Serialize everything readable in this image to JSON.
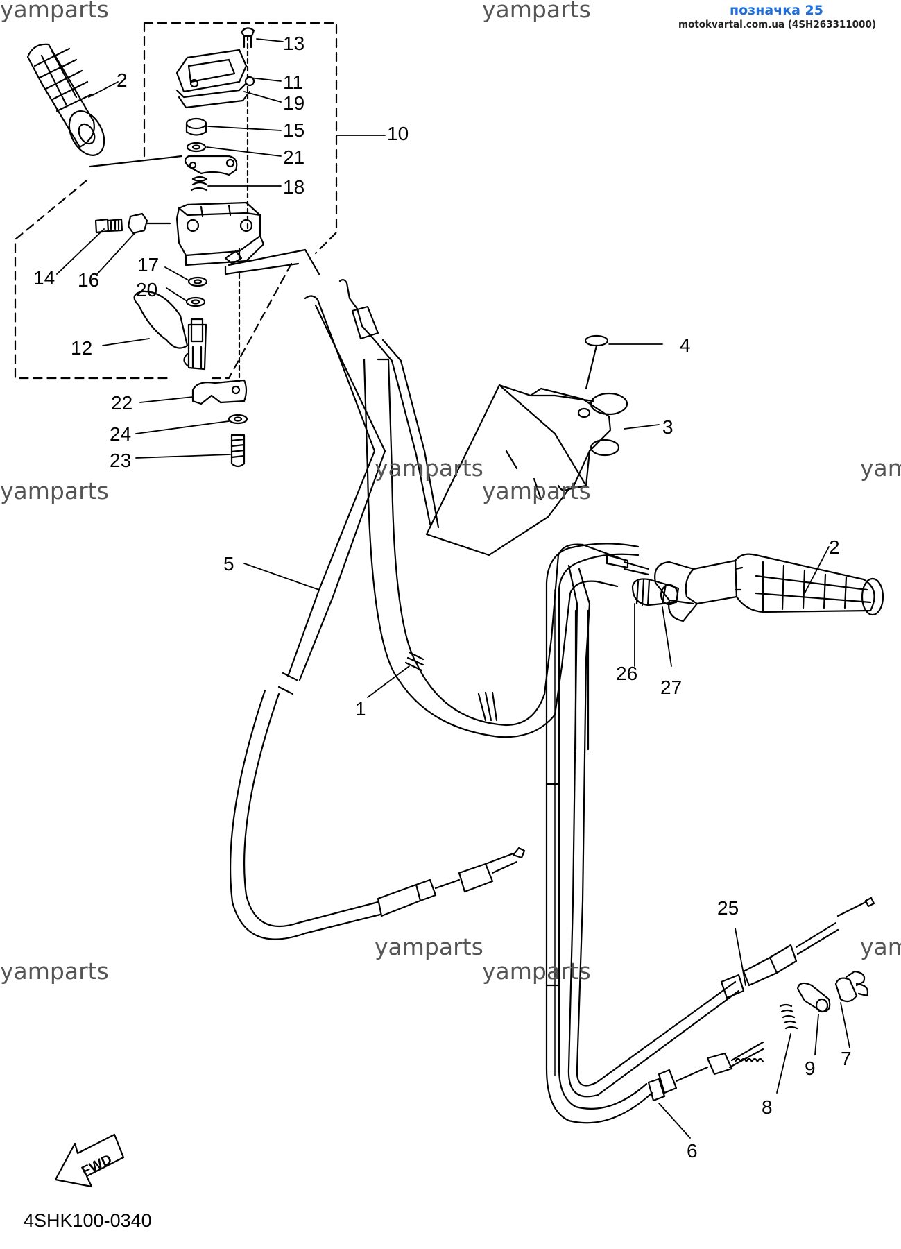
{
  "header": {
    "ref_label": "позначка 25",
    "ref_source": "motokvartal.com.ua (4SH263311000)"
  },
  "watermarks": [
    "yamparts",
    "yamparts",
    "yamparts",
    "yamparts",
    "yamparts",
    "yam",
    "yamparts",
    "yamparts",
    "yamparts",
    "yam"
  ],
  "callouts": [
    "13",
    "11",
    "19",
    "15",
    "10",
    "21",
    "18",
    "2",
    "14",
    "16",
    "17",
    "20",
    "12",
    "22",
    "24",
    "23",
    "4",
    "3",
    "5",
    "2",
    "26",
    "27",
    "1",
    "25",
    "7",
    "9",
    "8",
    "6"
  ],
  "fwd_label": "FWD",
  "diagram_code": "4SHK100-0340"
}
